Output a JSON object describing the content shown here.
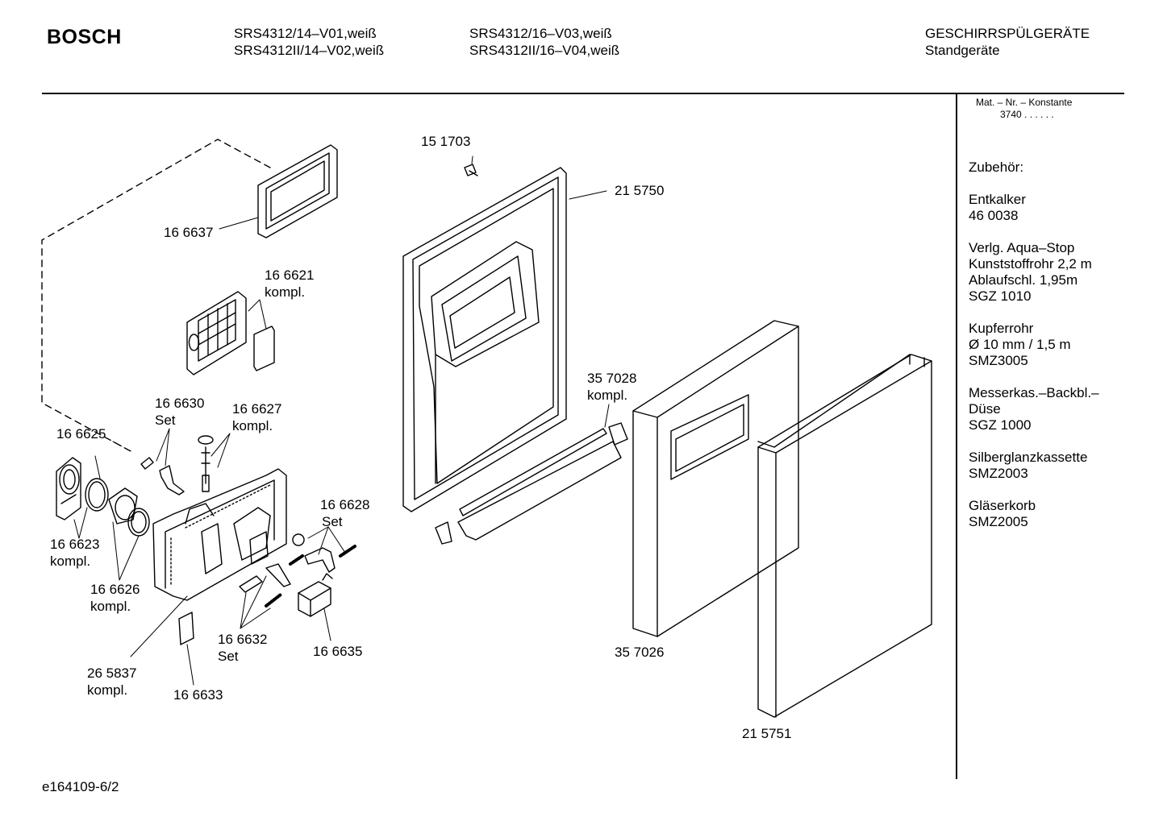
{
  "header": {
    "brand": "BOSCH",
    "models_col1": [
      "SRS4312/14–V01,weiß",
      "SRS4312II/14–V02,weiß"
    ],
    "models_col2": [
      "SRS4312/16–V03,weiß",
      "SRS4312II/16–V04,weiß"
    ],
    "category": "GESCHIRRSPÜLGERÄTE",
    "subcategory": "Standgeräte"
  },
  "sidebar": {
    "mat_title": "Mat. – Nr. – Konstante",
    "mat_value": "3740 . .  .  .  . .",
    "accessories_title": "Zubehör:",
    "accessories": [
      [
        "Entkalker",
        "46 0038"
      ],
      [
        "Verlg. Aqua–Stop",
        "Kunststoffrohr 2,2 m",
        "Ablaufschl. 1,95m",
        "SGZ 1010"
      ],
      [
        "Kupferrohr",
        "Ø 10 mm / 1,5 m",
        "SMZ3005"
      ],
      [
        "Messerkas.–Backbl.–",
        "Düse",
        "SGZ 1000"
      ],
      [
        "Silberglanzkassette",
        "SMZ2003"
      ],
      [
        "Gläserkorb",
        "SMZ2005"
      ]
    ]
  },
  "parts": {
    "p151703": "15 1703",
    "p215750": "21 5750",
    "p166637": "16 6637",
    "p166621": [
      "16 6621",
      "kompl."
    ],
    "p166630": [
      "16 6630",
      "Set"
    ],
    "p166627": [
      "16 6627",
      "kompl."
    ],
    "p166625": "16 6625",
    "p357028": [
      "35 7028",
      "kompl."
    ],
    "p166628": [
      "16 6628",
      "Set"
    ],
    "p166623": [
      "16 6623",
      "kompl."
    ],
    "p166626": [
      "16 6626",
      "kompl."
    ],
    "p166632": [
      "16 6632",
      "Set"
    ],
    "p166635": "16 6635",
    "p357026": "35 7026",
    "p265837": [
      "26 5837",
      "kompl."
    ],
    "p166633": "16 6633",
    "p215751": "21 5751"
  },
  "footer": {
    "drawing_id": "e164109-6/2"
  }
}
